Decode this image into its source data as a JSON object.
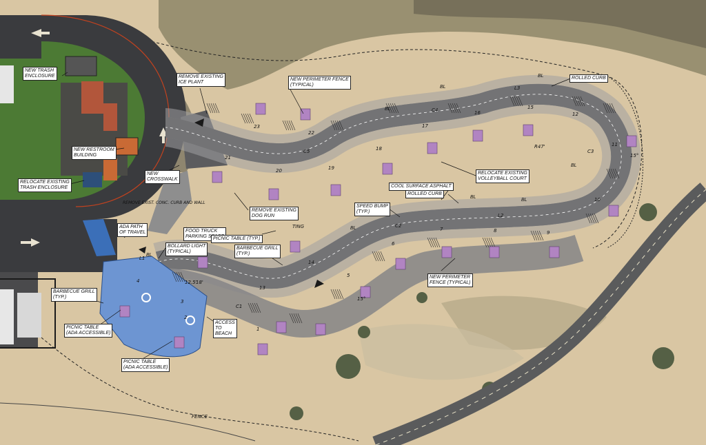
{
  "colors": {
    "sand": "#d9c6a3",
    "brush": "#8a8466",
    "road": "#3a3b3e",
    "parking": "#8e8e8e",
    "ada": "#6d95d2",
    "picnic": "#b184c2",
    "lawn": "#4c7a34"
  },
  "callouts": {
    "new_trash_enclosure": "NEW TRASH\nENCLOSURE",
    "remove_existing_ice_plant": "REMOVE EXISTING\nICE PLANT",
    "new_perimeter_fence_top": "NEW PERIMETER FENCE\n(TYPICAL)",
    "rolled_curb_top": "ROLLED CURB",
    "new_restroom_building": "NEW RESTROOM\nBUILDING",
    "relocate_trash_enclosure": "RELOCATE EXISTING\nTRASH ENCLOSURE",
    "new_crosswalk": "NEW\nCROSSWALK",
    "relocate_volleyball": "RELOCATE EXISTING\nVOLLEYBALL COURT",
    "cool_surface_asphalt": "COOL SURFACE ASPHALT",
    "rolled_curb_mid": "ROLLED CURB",
    "speed_bump": "SPEED BUMP\n(TYP.)",
    "remove_dog_run": "REMOVE EXISTING\nDOG RUN",
    "food_truck": "FOOD TRUCK\nPARKING SPACE",
    "ada_path": "ADA PATH\nOF TRAVEL",
    "bollard_light": "BOLLARD LIGHT\n(TYPICAL)",
    "picnic_table_typ": "PICNIC TABLE (TYP.)",
    "barbecue_grill_typ_center": "BARBECUE GRILL\n(TYP.)",
    "barbecue_grill_typ_left": "BARBECUE GRILL\n(TYP.)",
    "picnic_table_ada_1": "PICNIC TABLE\n(ADA ACCESSIBLE)",
    "picnic_table_ada_2": "PICNIC TABLE\n(ADA ACCESSIBLE)",
    "new_perimeter_fence_bottom": "NEW PERIMETER\nFENCE (TYPICAL)",
    "access_to_beach": "ACCESS\nTO\nBEACH"
  },
  "map_text": {
    "fence": "FENCE",
    "r47": "R47'",
    "angle_15_right": "15°",
    "angle_15_bottom": "15°",
    "dim_12_5": "12.5'",
    "dim_18": "18'",
    "bl": "BL",
    "ting": "TING",
    "l1": "L1",
    "l2": "L2",
    "l3": "L3",
    "c1": "C1",
    "c2": "C2",
    "c3": "C3",
    "c4": "C4",
    "c5": "C5",
    "remove_curb": "REMOVE EXIST. CONC. CURB AND WALL"
  },
  "stall_numbers": [
    "1",
    "2",
    "3",
    "4",
    "5",
    "6",
    "7",
    "8",
    "9",
    "10",
    "11",
    "12",
    "13",
    "14",
    "15",
    "16",
    "17",
    "18",
    "19",
    "20",
    "21",
    "22",
    "23"
  ]
}
